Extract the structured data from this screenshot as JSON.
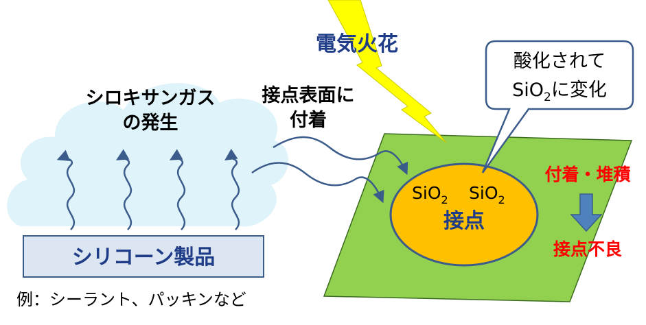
{
  "cloud": {
    "label_line1": "シロキサンガス",
    "label_line2": "の発生"
  },
  "spark": {
    "label": "電気火花"
  },
  "attach_label": {
    "line1": "接点表面に",
    "line2": "付着"
  },
  "callout": {
    "line1": "酸化されて",
    "line2_pre": "SiO",
    "line2_sub": "2",
    "line2_post": "に変化"
  },
  "contact": {
    "sio2_a": "SiO",
    "sio2_a_sub": "2",
    "sio2_b": "SiO",
    "sio2_b_sub": "2",
    "label": "接点"
  },
  "result": {
    "top": "付着・堆積",
    "bottom": "接点不良"
  },
  "product": {
    "label": "シリコーン製品",
    "example": "例：シーラント、パッキンなど"
  },
  "colors": {
    "cloud_fill": "#dff3fa",
    "product_fill": "#dce6f2",
    "product_stroke": "#3b5b8a",
    "board_fill": "#92d050",
    "contact_fill": "#ffc000",
    "contact_stroke": "#3b5b8a",
    "spark_fill": "#ffff00",
    "wave_stroke": "#3b5b8a",
    "spark_text": "#1f3c88",
    "result_text": "#ff0000",
    "arrow_fill": "#4f81bd"
  }
}
